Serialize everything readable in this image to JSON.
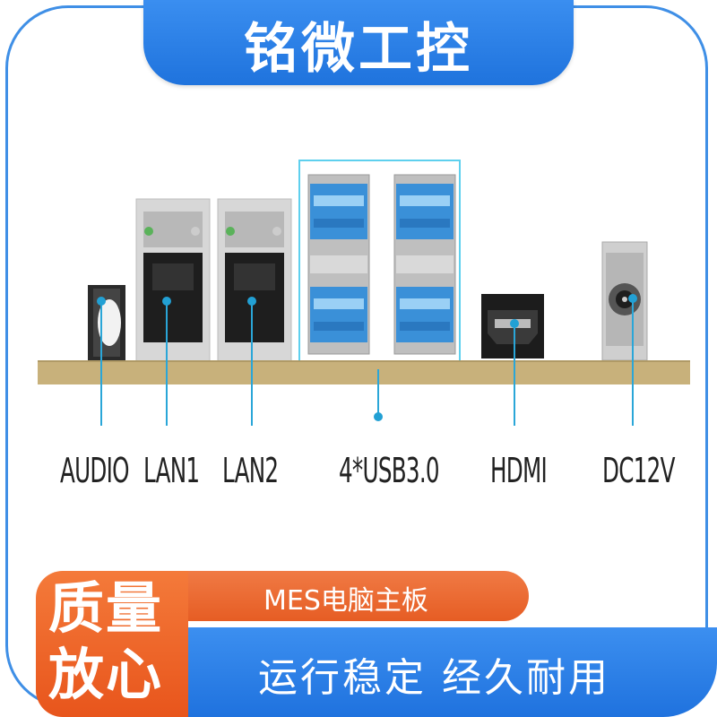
{
  "brand": {
    "title": "铭微工控"
  },
  "ports": {
    "audio": "AUDIO",
    "lan1": "LAN1",
    "lan2": "LAN2",
    "usb": "4*USB3.0",
    "hdmi": "HDMI",
    "dc": "DC12V"
  },
  "product": {
    "name": "MES电脑主板"
  },
  "badge": {
    "line1": "质量",
    "line2": "放心"
  },
  "slogan": {
    "text": "运行稳定 经久耐用"
  },
  "colors": {
    "blue": "#1f73dd",
    "orange": "#e8551c",
    "cyan": "#2aa6d8",
    "board": "#c8b17b"
  }
}
